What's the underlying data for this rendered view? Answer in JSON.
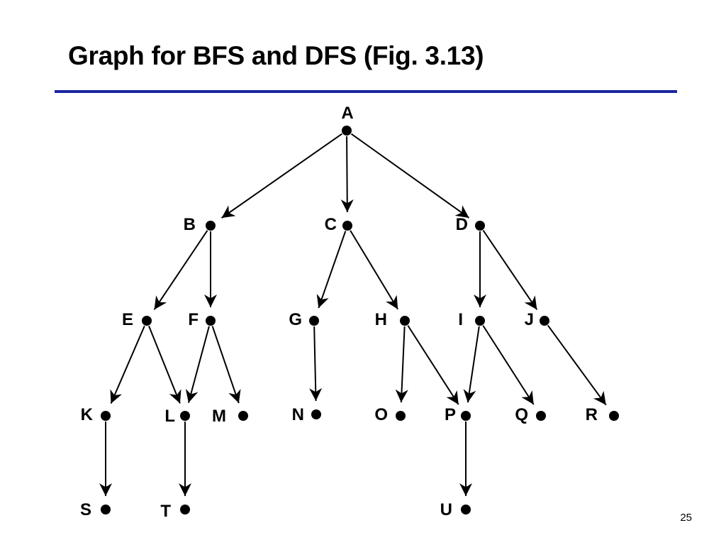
{
  "slide": {
    "title": "Graph for BFS and DFS (Fig. 3.13)",
    "page_number": "25",
    "rule_color": "#1a24a0"
  },
  "graph": {
    "nodes": [
      "A",
      "B",
      "C",
      "D",
      "E",
      "F",
      "G",
      "H",
      "I",
      "J",
      "K",
      "L",
      "M",
      "N",
      "O",
      "P",
      "Q",
      "R",
      "S",
      "T",
      "U"
    ],
    "edges": [
      [
        "A",
        "B"
      ],
      [
        "A",
        "C"
      ],
      [
        "A",
        "D"
      ],
      [
        "B",
        "E"
      ],
      [
        "B",
        "F"
      ],
      [
        "C",
        "G"
      ],
      [
        "C",
        "H"
      ],
      [
        "D",
        "I"
      ],
      [
        "D",
        "J"
      ],
      [
        "E",
        "K"
      ],
      [
        "E",
        "L"
      ],
      [
        "F",
        "L"
      ],
      [
        "F",
        "M"
      ],
      [
        "G",
        "N"
      ],
      [
        "H",
        "O"
      ],
      [
        "H",
        "P"
      ],
      [
        "I",
        "P"
      ],
      [
        "I",
        "Q"
      ],
      [
        "J",
        "R"
      ],
      [
        "K",
        "S"
      ],
      [
        "L",
        "T"
      ],
      [
        "P",
        "U"
      ]
    ]
  }
}
